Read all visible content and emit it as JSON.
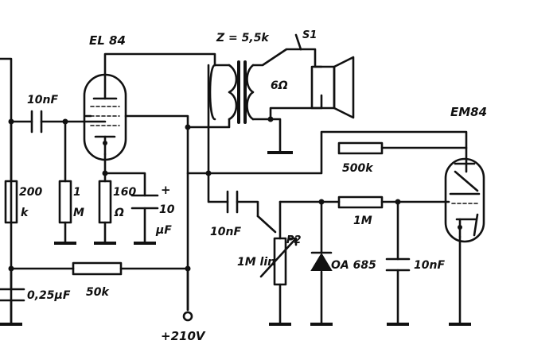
{
  "labels": {
    "tube_left": "EL 84",
    "tube_right": "EM84",
    "transformer_z": "Z = 5,5k",
    "switch": "S1",
    "speaker_imp": "6Ω",
    "c_input": "10nF",
    "r_200k_a": "200",
    "r_200k_b": "k",
    "r_1m_a": "1",
    "r_1m_b": "M",
    "r_160_a": "160",
    "r_160_b": "Ω",
    "c_10uf_plus": "+",
    "c_10uf_a": "10",
    "c_10uf_b": "µF",
    "c_025": "0,25µF",
    "r_50k": "50k",
    "supply": "+210V",
    "r_500k": "500k",
    "c_10nf_2": "10nF",
    "pot": "1M lin",
    "pot_ref": "P2",
    "r_1m_2": "1M",
    "diode": "OA 685",
    "c_10nf_3": "10nF"
  },
  "colors": {
    "ink": "#111111",
    "paper": "#ffffff"
  }
}
